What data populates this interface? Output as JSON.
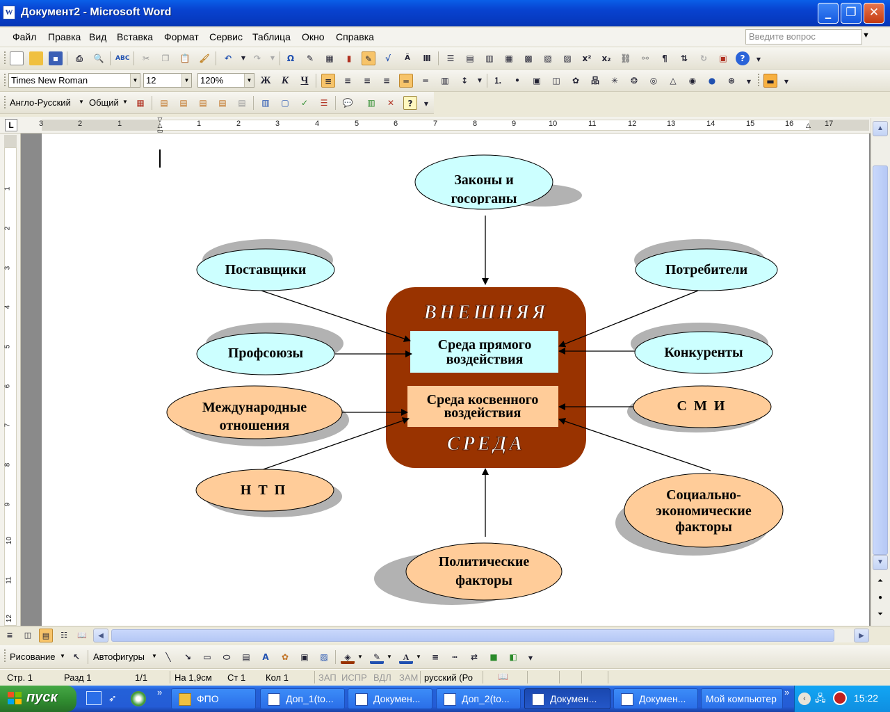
{
  "window": {
    "title": "Документ2 - Microsoft Word",
    "minimize": "_",
    "restore": "❐",
    "close": "✕"
  },
  "menu": [
    "Файл",
    "Правка",
    "Вид",
    "Вставка",
    "Формат",
    "Сервис",
    "Таблица",
    "Окно",
    "Справка"
  ],
  "help_placeholder": "Введите вопрос",
  "format_bar": {
    "font": "Times New Roman",
    "size": "12",
    "zoom": "120%",
    "bold": "Ж",
    "italic": "К",
    "underline": "Ч"
  },
  "translate_bar": {
    "lang": "Англо-Русский",
    "mode": "Общий"
  },
  "ruler_h": [
    "3",
    "2",
    "1",
    "1",
    "2",
    "3",
    "4",
    "5",
    "6",
    "7",
    "8",
    "9",
    "10",
    "11",
    "12",
    "13",
    "14",
    "15",
    "16",
    "17"
  ],
  "ruler_v": [
    "1",
    "1",
    "2",
    "3",
    "4",
    "5",
    "6",
    "7",
    "8",
    "9",
    "10",
    "11",
    "12"
  ],
  "diagram": {
    "center": {
      "top_word": "ВНЕШНЯЯ",
      "bottom_word": "СРЕДА",
      "direct": [
        "Среда прямого",
        "воздействия"
      ],
      "indirect": [
        "Среда косвенного",
        "воздействия"
      ]
    },
    "nodes": {
      "zakony": [
        "Законы и",
        "госорганы"
      ],
      "postavshiki": [
        "Поставщики"
      ],
      "potrebiteli": [
        "Потребители"
      ],
      "profsoyuzy": [
        "Профсоюзы"
      ],
      "konkurenty": [
        "Конкуренты"
      ],
      "mezhd": [
        "Международные",
        "отношения"
      ],
      "smi": [
        "С  М  И"
      ],
      "ntp": [
        "Н  Т  П"
      ],
      "socio": [
        "Социально-",
        "экономические",
        "факторы"
      ],
      "polit": [
        "Политические",
        "факторы"
      ]
    },
    "colors": {
      "center": "#993300",
      "direct_fill": "#ccffff",
      "indirect_fill": "#ffcc99",
      "shadow": "#b2b2b2"
    }
  },
  "drawing_bar": {
    "draw": "Рисование",
    "autoshapes": "Автофигуры"
  },
  "status": {
    "page": "Стр.  1",
    "section": "Разд  1",
    "pages": "1/1",
    "at": "На 1,9см",
    "line": "Ст  1",
    "col": "Кол  1",
    "rec": "ЗАП",
    "trk": "ИСПР",
    "ext": "ВДЛ",
    "ovr": "ЗАМ",
    "lang": "русский (Ро"
  },
  "taskbar": {
    "start": "пуск",
    "tasks": [
      "ФПО",
      "Доп_1(to...",
      "Докумен...",
      "Доп_2(to...",
      "Докумен...",
      "Докумен..."
    ],
    "my_computer": "Мой компьютер",
    "clock": "15:22"
  }
}
